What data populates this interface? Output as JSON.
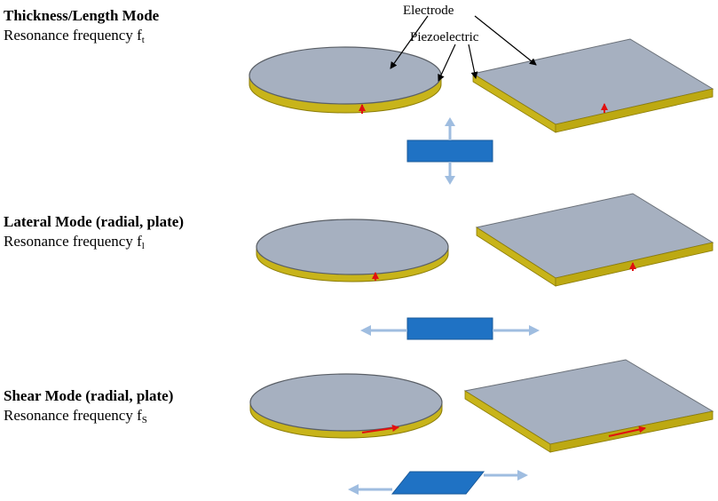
{
  "colors": {
    "electrode": "#a6b0c0",
    "electrode_edge": "#5a5f66",
    "piezo": "#c8b41a",
    "piezo_dark": "#8c7d08",
    "polarization": "#e01010",
    "motion_block": "#1f72c4",
    "motion_arrow": "#9fbde0"
  },
  "labels": {
    "electrode": "Electrode",
    "piezoelectric": "Piezoelectric"
  },
  "modes": [
    {
      "title": "Thickness/Length Mode",
      "subtitle": "Resonance frequency f",
      "subscript": "t"
    },
    {
      "title": "Lateral Mode (radial, plate)",
      "subtitle": "Resonance frequency f",
      "subscript": "l"
    },
    {
      "title": "Shear Mode (radial, plate)",
      "subtitle": "Resonance frequency f",
      "subscript": "S"
    }
  ]
}
